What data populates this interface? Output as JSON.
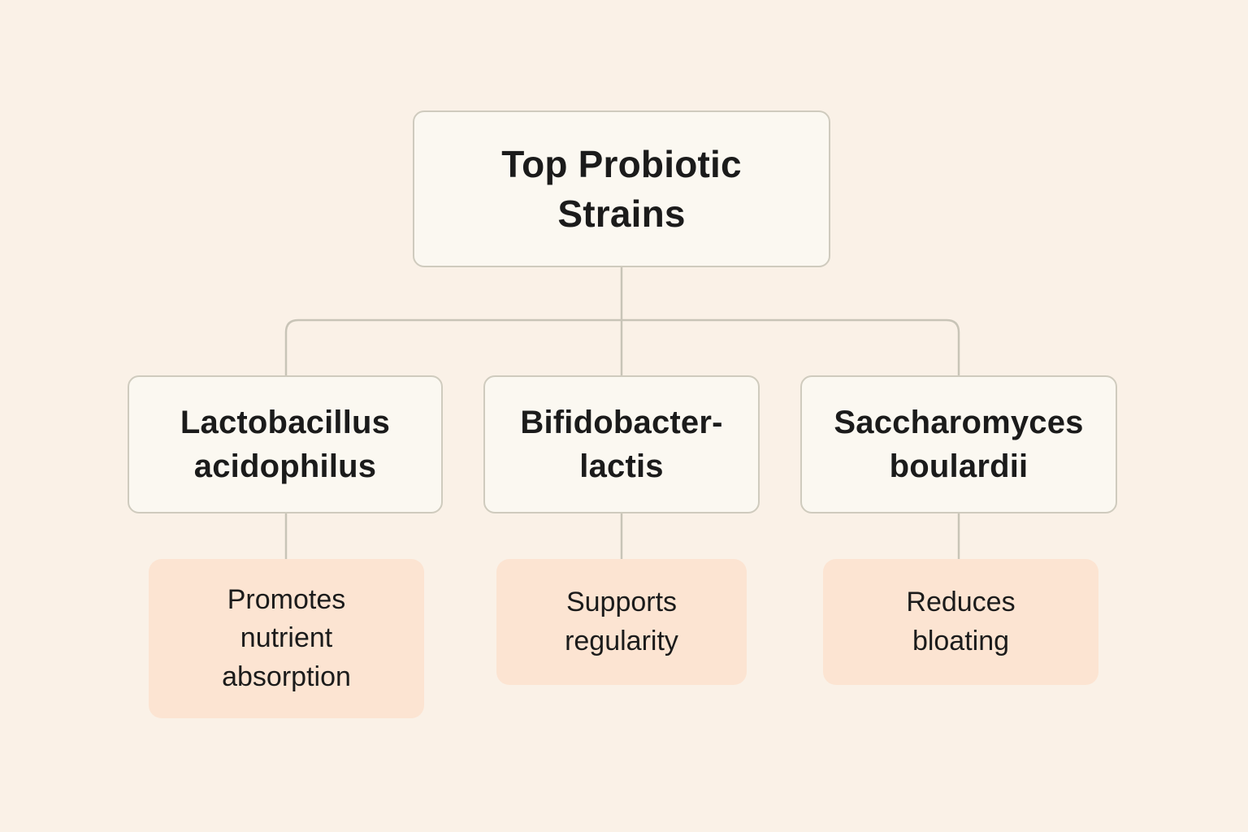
{
  "diagram": {
    "type": "tree",
    "title": "Top Probiotic Strains",
    "root": {
      "label": "Top Probiotic\nStrains"
    },
    "nodes": [
      {
        "id": "lactobacillus-acidophilus",
        "label": "Lactobacillus\nacidophilus",
        "benefit": "Promotes\nnutrient\nabsorption"
      },
      {
        "id": "bifidobacter-lactis",
        "label": "Bifidobacter-\nlactis",
        "benefit": "Supports\nregularity"
      },
      {
        "id": "saccharomyces-boulardii",
        "label": "Saccharomyces\nboulardii",
        "benefit": "Reduces\nbloating"
      }
    ],
    "colors": {
      "background": "#faf1e7",
      "node_fill": "#fbf8f1",
      "node_border": "#cfcbbe",
      "connector": "#c8c4b7",
      "benefit_fill": "#fce4d2",
      "text": "#1b1b1b"
    }
  }
}
